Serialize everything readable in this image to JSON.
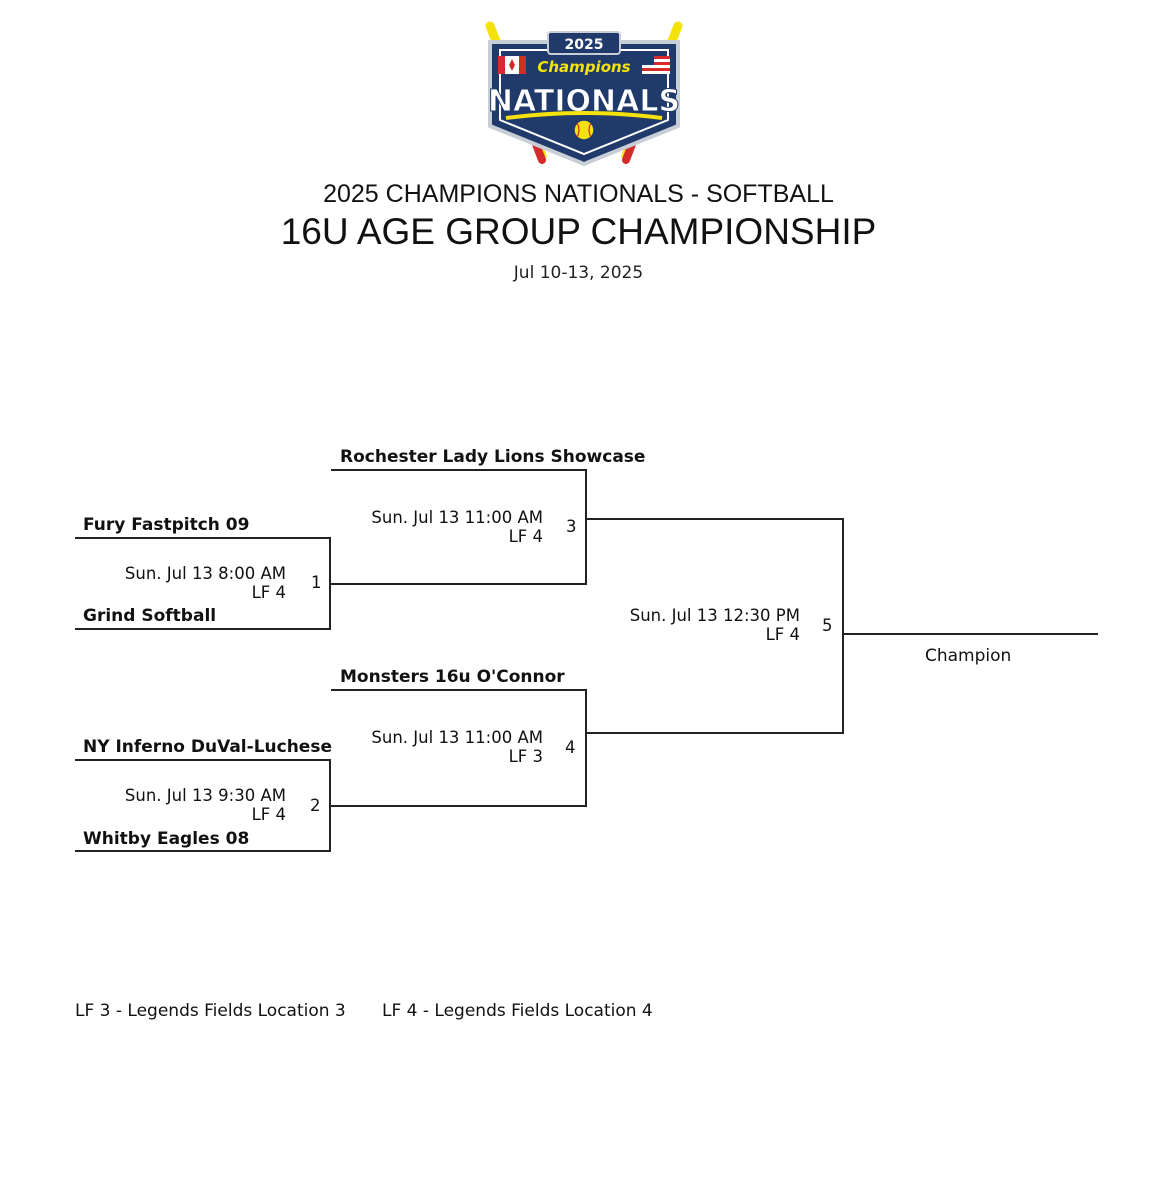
{
  "logo": {
    "year": "2025",
    "script": "Champions",
    "word": "NATIONALS",
    "colors": {
      "navy": "#1f3a6b",
      "yellow": "#f5e20a",
      "red": "#d42b2b",
      "steel": "#c8ced6"
    }
  },
  "header": {
    "subtitle": "2025 CHAMPIONS NATIONALS - SOFTBALL",
    "title": "16U AGE GROUP CHAMPIONSHIP",
    "dates": "Jul 10-13, 2025"
  },
  "bracket": {
    "teams": {
      "rochester": "Rochester Lady Lions Showcase",
      "fury": "Fury Fastpitch 09",
      "grind": "Grind Softball",
      "monsters": "Monsters 16u O'Connor",
      "inferno": "NY Inferno DuVal-Luchese",
      "whitby": "Whitby Eagles 08"
    },
    "games": {
      "g1": {
        "number": "1",
        "time": "Sun. Jul 13 8:00 AM",
        "field": "LF 4"
      },
      "g2": {
        "number": "2",
        "time": "Sun. Jul 13 9:30 AM",
        "field": "LF 4"
      },
      "g3": {
        "number": "3",
        "time": "Sun. Jul 13 11:00 AM",
        "field": "LF 4"
      },
      "g4": {
        "number": "4",
        "time": "Sun. Jul 13 11:00 AM",
        "field": "LF 3"
      },
      "g5": {
        "number": "5",
        "time": "Sun. Jul 13 12:30 PM",
        "field": "LF 4"
      }
    },
    "champion_label": "Champion"
  },
  "legend": {
    "lf3": "LF 3 - Legends Fields Location 3",
    "lf4": "LF 4 - Legends Fields Location 4"
  }
}
